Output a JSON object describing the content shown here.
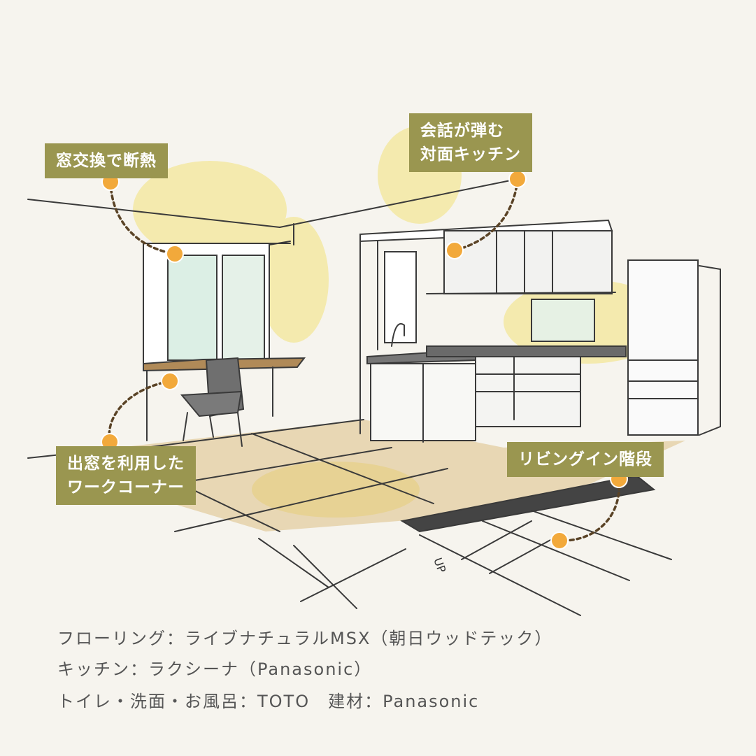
{
  "callouts": {
    "window": {
      "lines": [
        "窓交換で断熱"
      ]
    },
    "kitchen": {
      "lines": [
        "会話が弾む",
        "対面キッチン"
      ]
    },
    "work_corner": {
      "lines": [
        "出窓を利用した",
        "ワークコーナー"
      ]
    },
    "stairs": {
      "lines": [
        "リビングイン階段"
      ]
    }
  },
  "sketch": {
    "stair_text": "UP"
  },
  "specs": [
    "フローリング：ライブナチュラルMSX（朝日ウッドテック）",
    "キッチン：ラクシーナ（Panasonic）",
    "トイレ・洗面・お風呂：TOTO　建材：Panasonic"
  ],
  "colors": {
    "label_bg": "#9a9650",
    "marker": "#f2a93b",
    "leader": "#5a4326",
    "background": "#f6f4ee"
  }
}
